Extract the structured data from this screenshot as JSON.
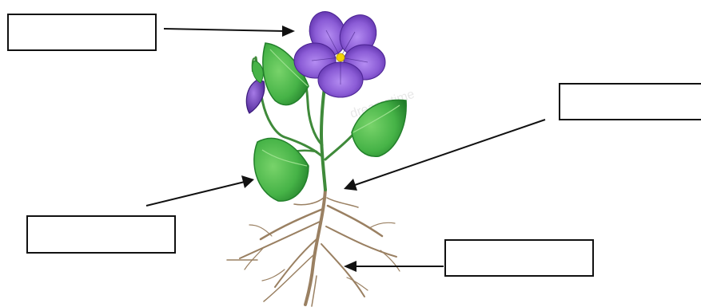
{
  "diagram": {
    "labels": [
      {
        "id": "flower",
        "text": ""
      },
      {
        "id": "stem",
        "text": ""
      },
      {
        "id": "leaf",
        "text": ""
      },
      {
        "id": "root",
        "text": ""
      }
    ],
    "watermark": "dreamstime",
    "colors": {
      "petal": "#8b5cd6",
      "petal_dark": "#5b2fa8",
      "flower_center": "#f2d200",
      "leaf": "#46b347",
      "leaf_dark": "#23802b",
      "stem": "#3f8a3a",
      "root": "#9a8062",
      "line": "#111111"
    }
  }
}
